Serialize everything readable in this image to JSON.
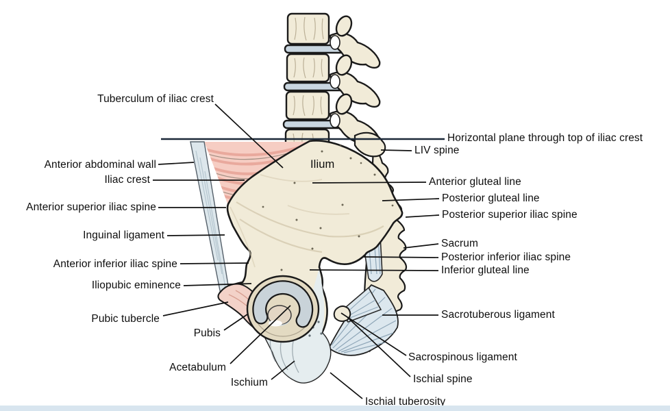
{
  "labels": {
    "left": [
      {
        "text": "Tuberculum of iliac crest"
      },
      {
        "text": "Anterior abdominal wall"
      },
      {
        "text": "Iliac crest"
      },
      {
        "text": "Anterior superior iliac spine"
      },
      {
        "text": "Inguinal ligament"
      },
      {
        "text": "Anterior inferior iliac spine"
      },
      {
        "text": "Iliopubic eminence"
      },
      {
        "text": "Pubic tubercle"
      },
      {
        "text": "Pubis"
      },
      {
        "text": "Acetabulum"
      },
      {
        "text": "Ischium"
      }
    ],
    "right": [
      {
        "text": "Horizontal plane through top of iliac crest"
      },
      {
        "text": "LIV spine"
      },
      {
        "text": "Anterior gluteal line"
      },
      {
        "text": "Posterior gluteal line"
      },
      {
        "text": "Posterior superior iliac spine"
      },
      {
        "text": "Sacrum"
      },
      {
        "text": "Posterior inferior iliac spine"
      },
      {
        "text": "Inferior gluteal line"
      },
      {
        "text": "Sacrotuberous ligament"
      },
      {
        "text": "Sacrospinous ligament"
      },
      {
        "text": "Ischial spine"
      },
      {
        "text": "Ischial tuberosity"
      }
    ],
    "figure": [
      {
        "text": "Ilium"
      }
    ]
  },
  "colors": {
    "bone": "#f1ebd8",
    "bone_shadow": "#e3dac2",
    "disc": "#c9d6e0",
    "muscle": "#f6cdc3",
    "muscle_striation": "#e59d90",
    "fascia": "#dde7ec",
    "ligament": "#dce7ee",
    "ligament_fiber": "#8aa2b4",
    "ischium_tint": "#e4edf0",
    "pubis": "#f3d2c8",
    "lunate": "#c9d3d9",
    "fossa": "#e3d6c4",
    "outline": "#1a1a1a",
    "plane_line": "#1b2838",
    "leader": "#101010",
    "label_text": "#0d0d0d",
    "footer_strip": "#d8e5ef"
  }
}
